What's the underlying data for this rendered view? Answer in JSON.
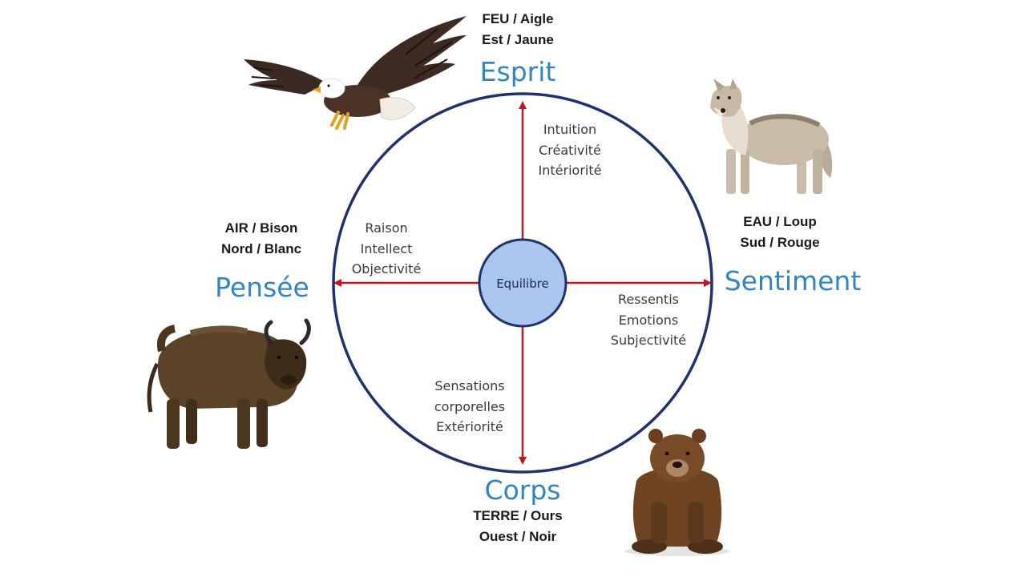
{
  "center": {
    "label": "Equilibre"
  },
  "directions": {
    "top": {
      "title": "Esprit",
      "element_line": "FEU / Aigle",
      "direction_line": "Est / Jaune"
    },
    "right": {
      "title": "Sentiment",
      "element_line": "EAU / Loup",
      "direction_line": "Sud / Rouge"
    },
    "left": {
      "title": "Pensée",
      "element_line": "AIR / Bison",
      "direction_line": "Nord / Blanc"
    },
    "bottom": {
      "title": "Corps",
      "element_line": "TERRE / Ours",
      "direction_line": "Ouest / Noir"
    }
  },
  "quadrants": {
    "top": [
      "Intuition",
      "Créativité",
      "Intériorité"
    ],
    "left": [
      "Raison",
      "Intellect",
      "Objectivité"
    ],
    "right": [
      "Ressentis",
      "Emotions",
      "Subjectivité"
    ],
    "bottom": [
      "Sensations",
      "corporelles",
      "Extériorité"
    ]
  },
  "animals": {
    "top": "eagle-icon",
    "right": "wolf-icon",
    "left": "bison-icon",
    "bottom": "bear-icon"
  },
  "colors": {
    "circle_stroke": "#1f3170",
    "arrow": "#c4161c",
    "center_fill": "#a9c6ee",
    "center_stroke": "#1f3170",
    "title": "#2e86c9"
  }
}
